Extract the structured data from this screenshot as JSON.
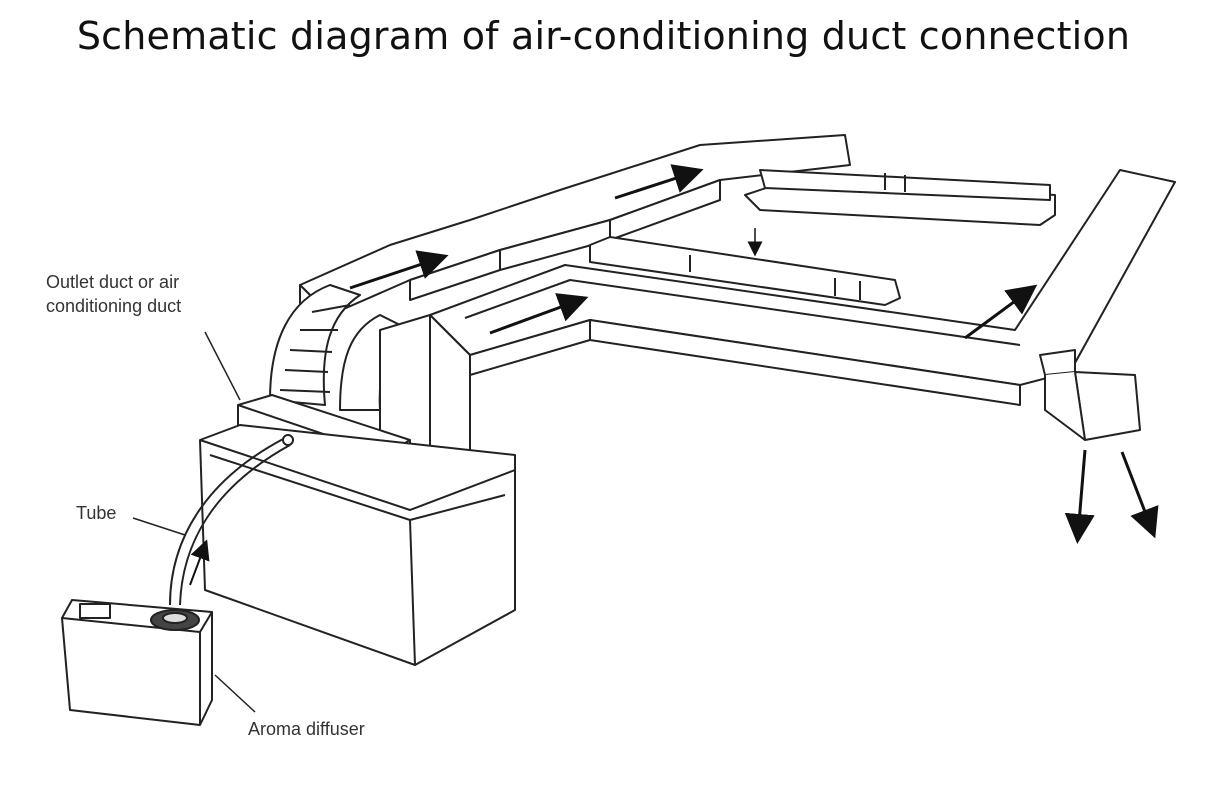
{
  "title": "Schematic diagram of air-conditioning duct connection",
  "labels": {
    "outlet_duct": "Outlet duct or air conditioning duct",
    "tube": "Tube",
    "aroma_diffuser": "Aroma diffuser"
  },
  "colors": {
    "line": "#222222",
    "fill": "#ffffff",
    "shade": "#f2f2f2",
    "arrow": "#111111"
  }
}
